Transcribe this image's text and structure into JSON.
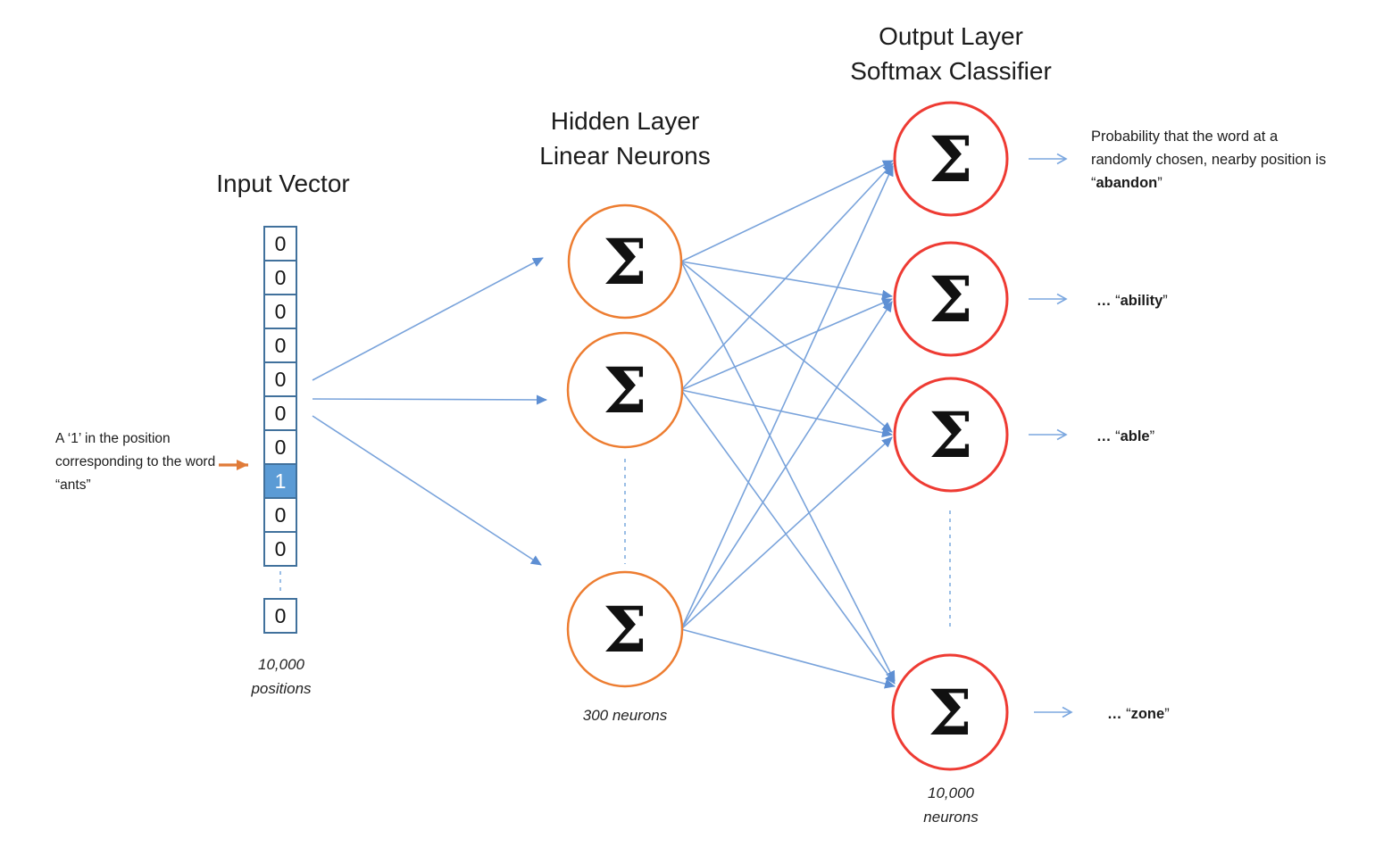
{
  "sigma": "Σ",
  "input": {
    "title": "Input Vector",
    "cells": [
      "0",
      "0",
      "0",
      "0",
      "0",
      "0",
      "0",
      "1",
      "0",
      "0"
    ],
    "ellipsis_cell": "0",
    "caption": [
      "10,000",
      "positions"
    ],
    "annotation": "A ‘1’ in the position corresponding to the word “ants”"
  },
  "hidden": {
    "title": [
      "Hidden Layer",
      "Linear Neurons"
    ],
    "caption": "300 neurons"
  },
  "output": {
    "title": [
      "Output Layer",
      "Softmax Classifier"
    ],
    "caption": [
      "10,000",
      "neurons"
    ],
    "labels": [
      {
        "before": "Probability that the word at a randomly chosen, nearby position is “",
        "word": "abandon",
        "after": "”"
      },
      {
        "dots": "…",
        "open": " “",
        "word": "ability",
        "close": "”"
      },
      {
        "dots": "…",
        "open": " “",
        "word": "able",
        "close": "”"
      },
      {
        "dots": "…",
        "open": " “",
        "word": "zone",
        "close": "”"
      }
    ]
  },
  "colors": {
    "hidden_neuron_stroke": "#ED7D31",
    "output_neuron_stroke": "#EE3B33",
    "connection_blue": "#79A3DB",
    "arrowhead_blue": "#5E8FD3",
    "active_cell_fill": "#5B9BD5",
    "cell_border": "#41719C",
    "annotation_arrow": "#E07B39"
  }
}
